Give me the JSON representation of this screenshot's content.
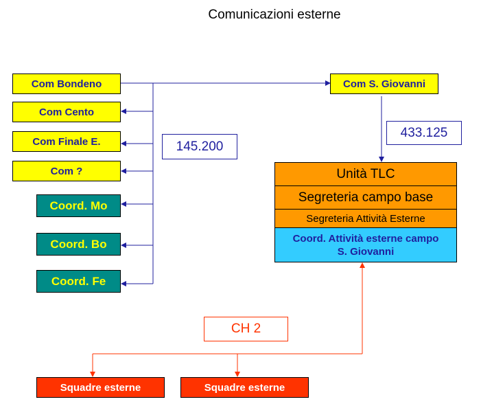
{
  "title": "Comunicazioni esterne",
  "left_units": [
    {
      "label": "Com Bondeno"
    },
    {
      "label": "Com Cento"
    },
    {
      "label": "Com Finale E."
    },
    {
      "label": "Com ?"
    },
    {
      "label": "Coord. Mo"
    },
    {
      "label": "Coord. Bo"
    },
    {
      "label": "Coord. Fe"
    }
  ],
  "frequency_left": "145.200",
  "com_sgiovanni": "Com S. Giovanni",
  "frequency_right": "433.125",
  "base_stack": {
    "unit_tlc": "Unità TLC",
    "segreteria_campo": "Segreteria campo base",
    "segreteria_attivita": "Segreteria Attività Esterne",
    "coord_line1": "Coord. Attività esterne campo",
    "coord_line2": "S. Giovanni"
  },
  "channel": "CH 2",
  "squads": [
    {
      "label": "Squadre esterne"
    },
    {
      "label": "Squadre esterne"
    }
  ],
  "colors": {
    "yellow_box": "#ffff00",
    "teal_box": "#008b87",
    "red_box": "#ff3300",
    "orange_row": "#ff9900",
    "cyan_row": "#33ccff",
    "blue_line": "#1f1f9e",
    "red_line": "#ff3300"
  }
}
